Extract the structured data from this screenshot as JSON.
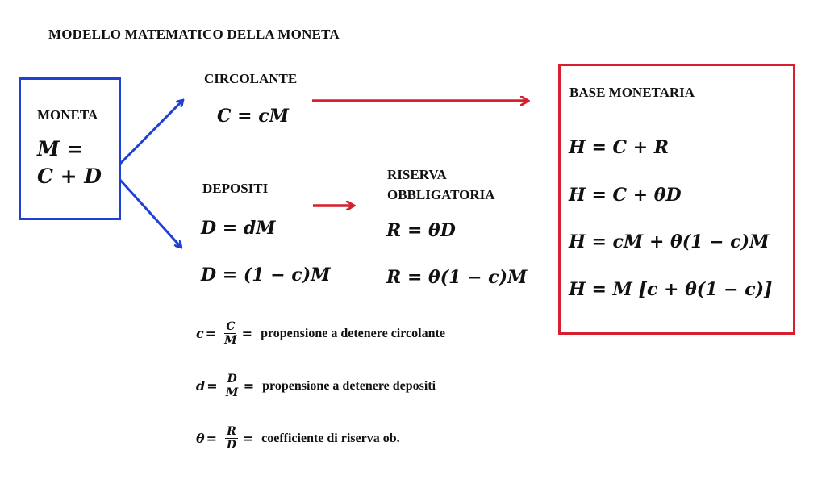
{
  "title": "MODELLO MATEMATICO DELLA MONETA",
  "moneta": {
    "label": "MONETA",
    "eq_line1": "M =",
    "eq_line2": "C + D",
    "border_color": "#1f3fd6"
  },
  "circolante": {
    "label": "CIRCOLANTE",
    "eq": "C = cM"
  },
  "depositi": {
    "label": "DEPOSITI",
    "eq1": "D = dM",
    "eq2": "D = (1 − c)M"
  },
  "riserva": {
    "label_line1": "RISERVA",
    "label_line2": "OBBLIGATORIA",
    "eq1": "R =  θD",
    "eq2": "R =  θ(1 − c)M"
  },
  "base_monetaria": {
    "label": "BASE MONETARIA",
    "eq1": "H = C + R",
    "eq2": "H = C + θD",
    "eq3": "H = cM + θ(1 − c)M",
    "eq4": "H = M [c + θ(1 − c)]",
    "border_color": "#d81f2e"
  },
  "definitions": [
    {
      "var": "c",
      "num": "C",
      "den": "M",
      "desc": "propensione a detenere circolante"
    },
    {
      "var": "d",
      "num": "D",
      "den": "M",
      "desc": "propensione a detenere depositi"
    },
    {
      "var": "θ",
      "num": "R",
      "den": "D",
      "desc": "coefficiente di riserva ob."
    }
  ],
  "arrows": {
    "blue_color": "#1f3fd6",
    "red_color": "#d81f2e",
    "items": [
      {
        "name": "moneta-to-circolante",
        "color": "blue"
      },
      {
        "name": "moneta-to-depositi",
        "color": "blue"
      },
      {
        "name": "circolante-to-base-monetaria",
        "color": "red"
      },
      {
        "name": "depositi-to-riserva",
        "color": "red"
      }
    ]
  },
  "equals_sign": "="
}
